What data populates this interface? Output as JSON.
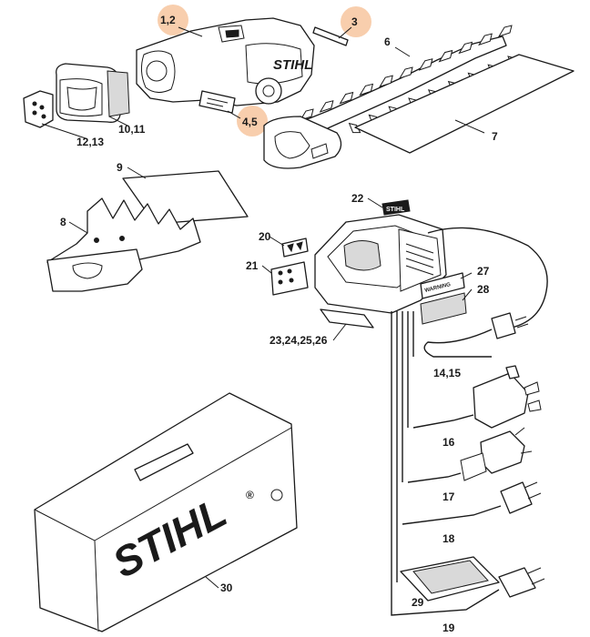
{
  "brand": {
    "name": "STIHL",
    "case_mark": "®"
  },
  "callouts": {
    "c1_2": "1,2",
    "c3": "3",
    "c4_5": "4,5",
    "c6": "6",
    "c7": "7",
    "c8": "8",
    "c9": "9",
    "c10_11": "10,11",
    "c12_13": "12,13",
    "c14_15": "14,15",
    "c16": "16",
    "c17": "17",
    "c18": "18",
    "c19": "19",
    "c20": "20",
    "c21": "21",
    "c22": "22",
    "c23_26": "23,24,25,26",
    "c27": "27",
    "c28": "28",
    "c29": "29",
    "c30": "30"
  },
  "warning_label": "WARNING",
  "highlight_color": "#f7c59f"
}
